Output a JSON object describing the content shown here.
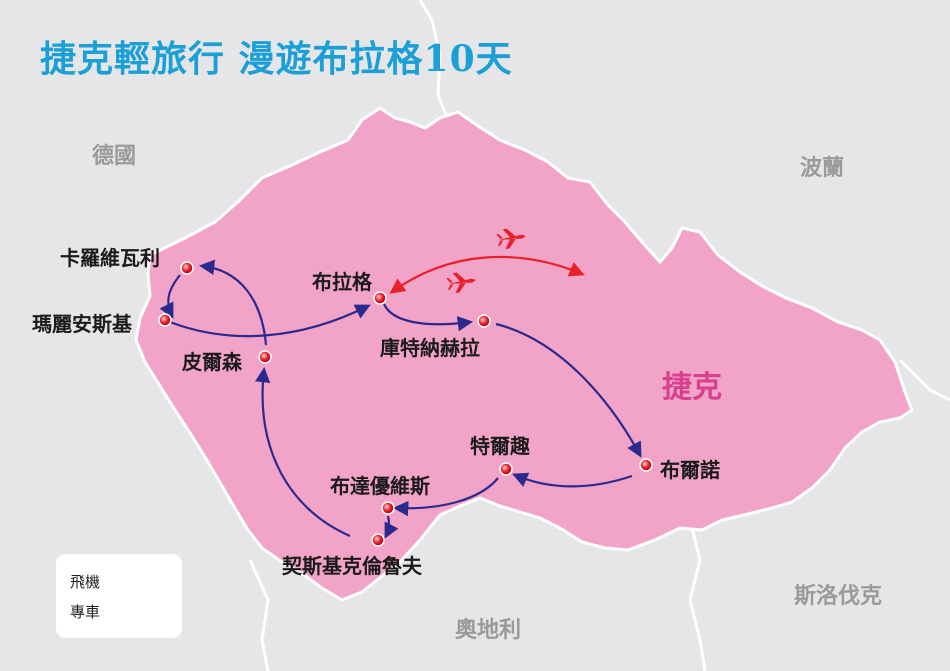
{
  "title": "捷克輕旅行 漫遊布拉格10天",
  "countries": {
    "germany": "德國",
    "poland": "波蘭",
    "czech": "捷克",
    "austria": "奧地利",
    "slovakia": "斯洛伐克"
  },
  "cities": {
    "karlovy_vary": "卡羅維瓦利",
    "marianske_lazne": "瑪麗安斯基",
    "plzen": "皮爾森",
    "prague": "布拉格",
    "kutna_hora": "庫特納赫拉",
    "brno": "布爾諾",
    "telc": "特爾趣",
    "ceske_budejovice": "布達優維斯",
    "cesky_krumlov": "契斯基克倫魯夫"
  },
  "legend": {
    "flight": "飛機",
    "car": "專車"
  },
  "colors": {
    "czech_fill": "#f2a4c8",
    "neighbor_fill": "#e6e6e8",
    "border": "#ffffff",
    "flight_route": "#e8202a",
    "car_route": "#2b2a8c",
    "title": "#1aa0d6",
    "czech_label": "#d8408f"
  }
}
